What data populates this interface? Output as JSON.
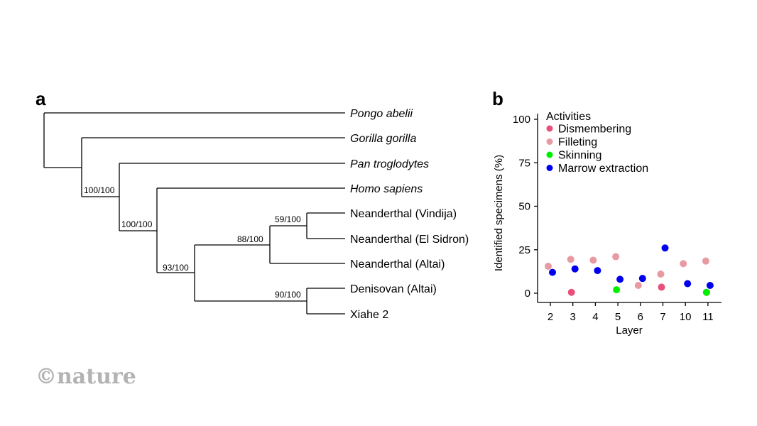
{
  "panel_a": {
    "label": "a",
    "taxa": [
      {
        "name": "Pongo abelii",
        "italic": true
      },
      {
        "name": "Gorilla gorilla",
        "italic": true
      },
      {
        "name": "Pan troglodytes",
        "italic": true
      },
      {
        "name": "Homo sapiens",
        "italic": true
      },
      {
        "name": "Neanderthal (Vindija)",
        "italic": false
      },
      {
        "name": "Neanderthal (El Sidron)",
        "italic": false
      },
      {
        "name": "Neanderthal (Altai)",
        "italic": false
      },
      {
        "name": "Denisovan (Altai)",
        "italic": false
      },
      {
        "name": "Xiahe 2",
        "italic": false
      }
    ],
    "support_values": {
      "african_apes_humans": "100/100",
      "pan_homo": "100/100",
      "archaic_humans": "93/100",
      "neanderthals": "88/100",
      "vindija_elsidron": "59/100",
      "denisovan_xiahe": "90/100"
    }
  },
  "brand": "©nature",
  "chart_data": {
    "type": "scatter",
    "panel_label": "b",
    "title": "",
    "xlabel": "Layer",
    "ylabel": "Identified specimens (%)",
    "categories": [
      "2",
      "3",
      "4",
      "5",
      "6",
      "7",
      "10",
      "11"
    ],
    "ylim": [
      0,
      105
    ],
    "yticks": [
      0,
      25,
      50,
      75,
      100
    ],
    "legend_title": "Activities",
    "legend_position": "top-left",
    "series": [
      {
        "name": "Dismembering",
        "color": "#e8507a",
        "points": [
          {
            "x": "3",
            "y": 0.5
          },
          {
            "x": "7",
            "y": 3.5
          },
          {
            "x": "11",
            "y": 0.5
          }
        ]
      },
      {
        "name": "Filleting",
        "color": "#e89aa3",
        "points": [
          {
            "x": "2",
            "y": 15.5
          },
          {
            "x": "3",
            "y": 19.5
          },
          {
            "x": "4",
            "y": 19
          },
          {
            "x": "5",
            "y": 21
          },
          {
            "x": "6",
            "y": 4.5
          },
          {
            "x": "7",
            "y": 11
          },
          {
            "x": "10",
            "y": 17
          },
          {
            "x": "11",
            "y": 18.5
          }
        ]
      },
      {
        "name": "Skinning",
        "color": "#00ee00",
        "points": [
          {
            "x": "5",
            "y": 2
          },
          {
            "x": "11",
            "y": 0.5
          }
        ]
      },
      {
        "name": "Marrow extraction",
        "color": "#0000ee",
        "points": [
          {
            "x": "2",
            "y": 12
          },
          {
            "x": "3",
            "y": 14
          },
          {
            "x": "4",
            "y": 13
          },
          {
            "x": "5",
            "y": 8
          },
          {
            "x": "6",
            "y": 8.5
          },
          {
            "x": "7",
            "y": 26
          },
          {
            "x": "10",
            "y": 5.5
          },
          {
            "x": "11",
            "y": 4.5
          }
        ]
      }
    ]
  }
}
